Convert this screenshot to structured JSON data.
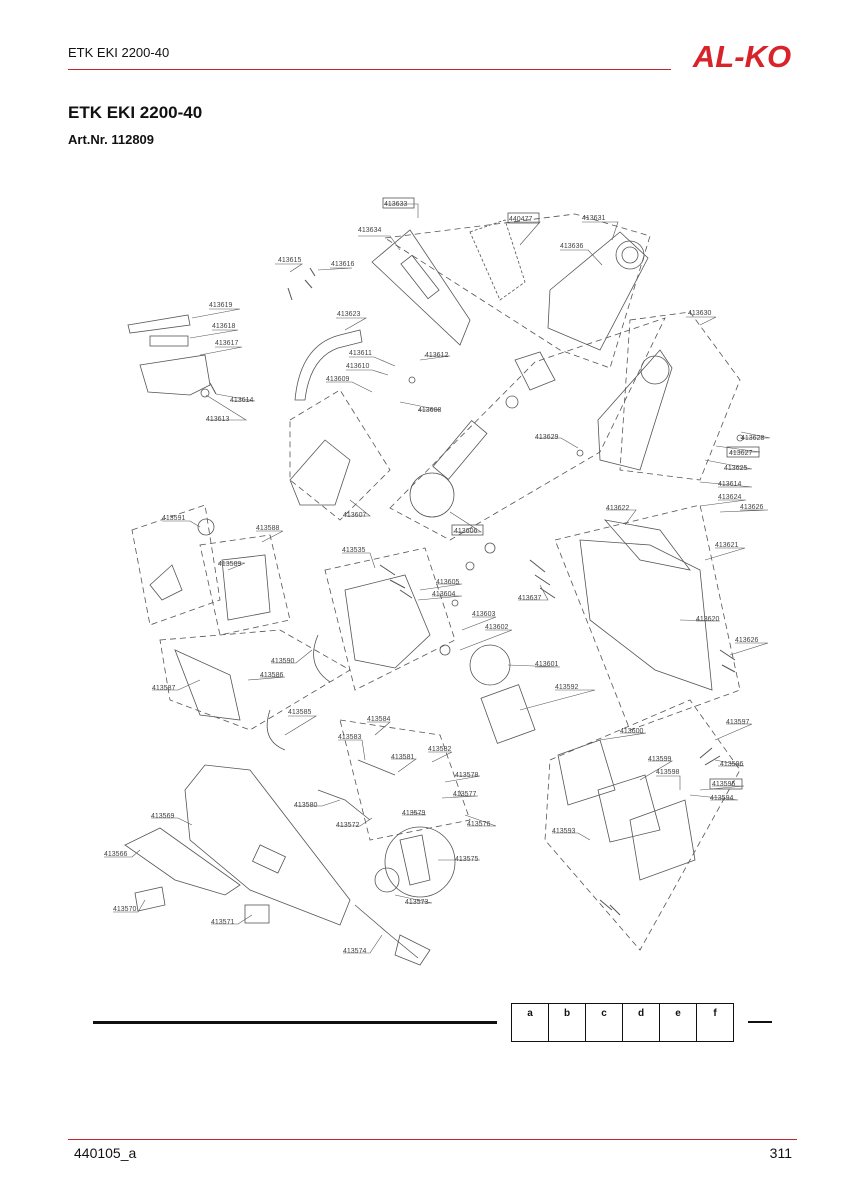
{
  "header": {
    "title": "ETK EKI 2200-40",
    "brand": "AL-KO"
  },
  "document": {
    "title": "ETK EKI 2200-40",
    "article": "Art.Nr. 112809"
  },
  "parts": {
    "p413633": "413633",
    "p440477": "440477",
    "p413631": "413631",
    "p413634": "413634",
    "p413636": "413636",
    "p413615": "413615",
    "p413616": "413616",
    "p413619": "413619",
    "p413618": "413618",
    "p413617": "413617",
    "p413623": "413623",
    "p413630": "413630",
    "p413611": "413611",
    "p413612": "413612",
    "p413610": "413610",
    "p413609": "413609",
    "p413608": "413608",
    "p413614a": "413614",
    "p413613": "413613",
    "p413629": "413629",
    "p413628": "413628",
    "p413627": "413627",
    "p413625": "413625",
    "p413614b": "413614",
    "p413624": "413624",
    "p413626a": "413626",
    "p413607": "413607",
    "p413606": "413606",
    "p413591": "413591",
    "p413588": "413588",
    "p413589": "413589",
    "p413622": "413622",
    "p413621": "413621",
    "p413535": "413535",
    "p413605": "413605",
    "p413604": "413604",
    "p413637": "413637",
    "p413603": "413603",
    "p413602": "413602",
    "p413620": "413620",
    "p413626b": "413626",
    "p413590": "413590",
    "p413586": "413586",
    "p413587": "413587",
    "p413601": "413601",
    "p413592": "413592",
    "p413585": "413585",
    "p413584": "413584",
    "p413597": "413597",
    "p413583": "413583",
    "p413600": "413600",
    "p413582": "413582",
    "p413581": "413581",
    "p413599": "413599",
    "p413596": "413596",
    "p413578": "413578",
    "p413598": "413598",
    "p413595": "413595",
    "p413577": "413577",
    "p413594": "413594",
    "p413580": "413580",
    "p413579": "413579",
    "p413569": "413569",
    "p413572": "413572",
    "p413576": "413576",
    "p413593": "413593",
    "p413566": "413566",
    "p413575": "413575",
    "p413573": "413573",
    "p413570": "413570",
    "p413571": "413571",
    "p413574": "413574"
  },
  "legend_table": {
    "cells": [
      "a",
      "b",
      "c",
      "d",
      "e",
      "f"
    ]
  },
  "footer": {
    "doc_number": "440105_a",
    "page": "311"
  },
  "colors": {
    "brand_red": "#d8232a",
    "rule_red": "#c0282d"
  }
}
